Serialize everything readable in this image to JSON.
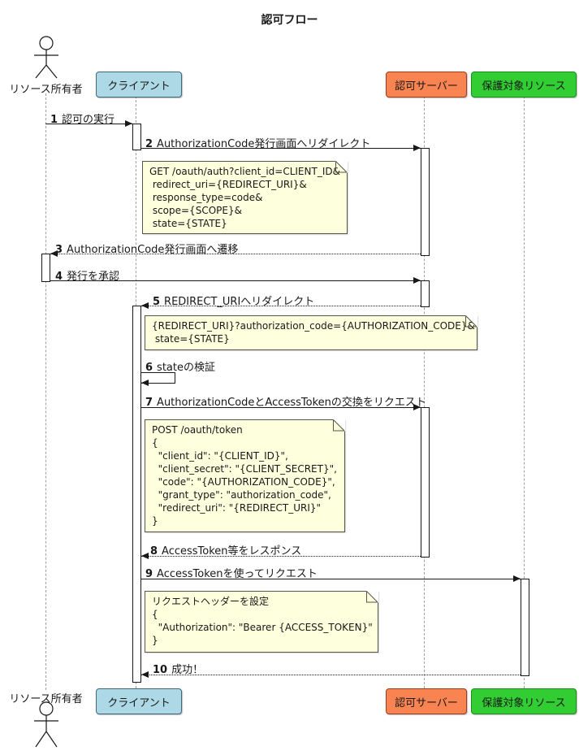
{
  "title": "認可フロー",
  "colors": {
    "client_fill": "#ADD8E6",
    "client_border": "#41677A",
    "auth_fill": "#FA8352",
    "auth_border": "#9C3E1E",
    "resource_fill": "#32CD32",
    "resource_border": "#1E8C1E",
    "note_fill": "#FEFFDD",
    "note_border": "#55554A",
    "line": "#181818",
    "lifeline": "#A0A0A0"
  },
  "actor": {
    "label": "リソース所有者"
  },
  "participants": [
    {
      "label": "クライアント"
    },
    {
      "label": "認可サーバー"
    },
    {
      "label": "保護対象リソース"
    }
  ],
  "messages": [
    {
      "num": "1",
      "text": "認可の実行"
    },
    {
      "num": "2",
      "text": "AuthorizationCode発行画面へリダイレクト"
    },
    {
      "num": "3",
      "text": "AuthorizationCode発行画面へ遷移"
    },
    {
      "num": "4",
      "text": "発行を承認"
    },
    {
      "num": "5",
      "text": "REDIRECT_URIへリダイレクト"
    },
    {
      "num": "6",
      "text": "stateの検証"
    },
    {
      "num": "7",
      "text": "AuthorizationCodeとAccessTokenの交換をリクエスト"
    },
    {
      "num": "8",
      "text": "AccessToken等をレスポンス"
    },
    {
      "num": "9",
      "text": "AccessTokenを使ってリクエスト"
    },
    {
      "num": "10",
      "text": "成功！"
    }
  ],
  "notes": [
    {
      "text": "GET /oauth/auth?client_id=CLIENT_ID&\n redirect_uri={REDIRECT_URI}&\n response_type=code&\n scope={SCOPE}&\n state={STATE}"
    },
    {
      "text": "{REDIRECT_URI}?authorization_code={AUTHORIZATION_CODE}&\n state={STATE}"
    },
    {
      "text": "POST /oauth/token\n{\n  \"client_id\": \"{CLIENT_ID}\",\n  \"client_secret\": \"{CLIENT_SECRET}\",\n  \"code\": \"{AUTHORIZATION_CODE}\",\n  \"grant_type\": \"authorization_code\",\n  \"redirect_uri\": \"{REDIRECT_URI}\"\n}"
    },
    {
      "text": "リクエストヘッダーを設定\n{\n  \"Authorization\": \"Bearer {ACCESS_TOKEN}\"\n}"
    }
  ]
}
